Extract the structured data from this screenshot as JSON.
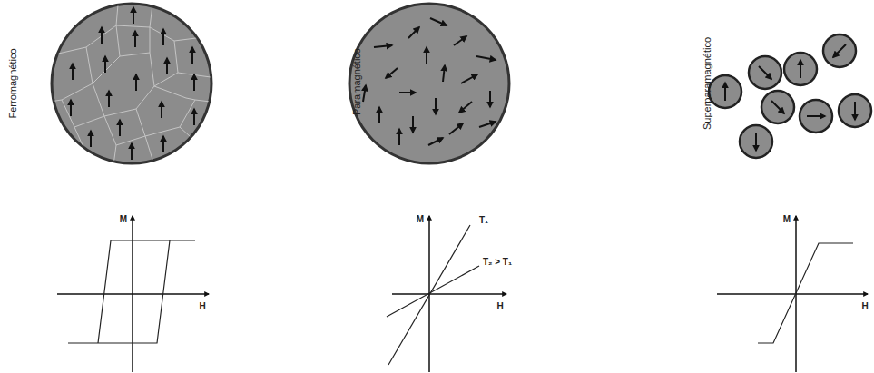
{
  "diagram": {
    "labels": [
      "Ferromagnético",
      "Paramagnético",
      "Superparamagnético",
      "M",
      "H",
      "M",
      "T₁",
      "T₂ > T₁",
      "H",
      "M",
      "H"
    ]
  }
}
